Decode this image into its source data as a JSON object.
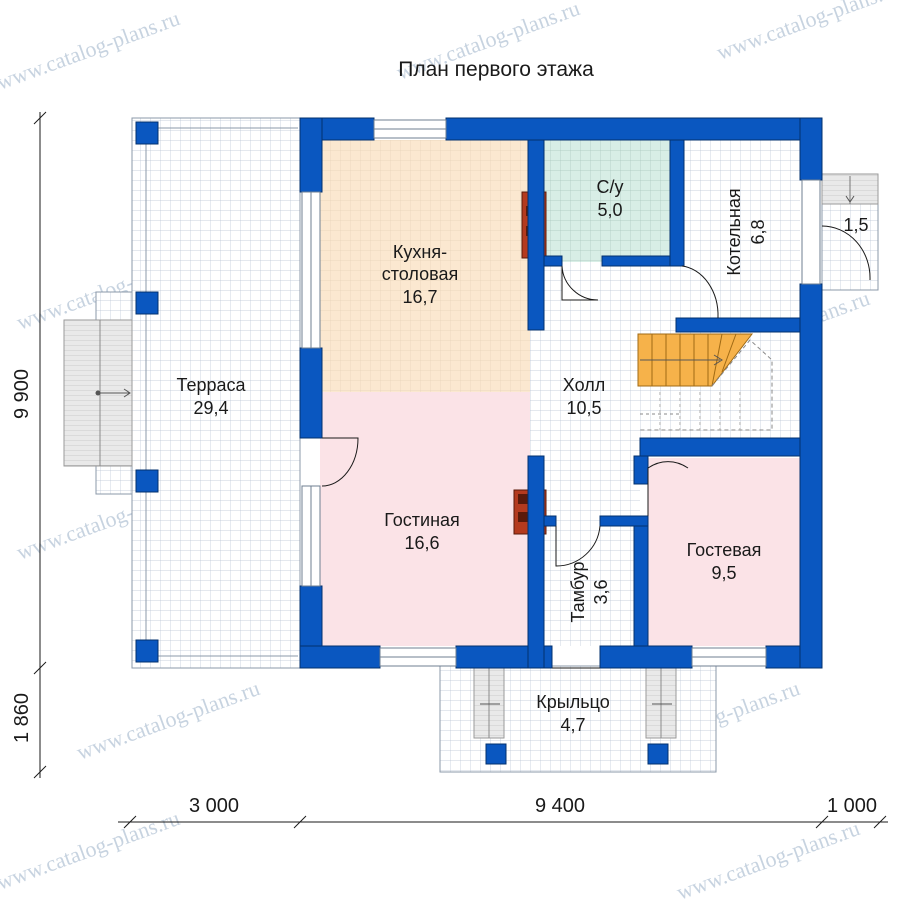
{
  "title": "План первого этажа",
  "watermark": "www.catalog-plans.ru",
  "colors": {
    "wall": "#0a57c0",
    "wall_stroke": "#03306e",
    "grid": "#b7c3d3",
    "kitchen": "#fbe8d0",
    "living": "#fbe3e7",
    "guest": "#fbe3e7",
    "bath": "#d8eee6",
    "stair": "#f6b24a",
    "stove": "#b43a1e"
  },
  "rooms": {
    "terrace": {
      "name": "Терраса",
      "area": "29,4"
    },
    "kitchen": {
      "name_line1": "Кухня-",
      "name_line2": "столовая",
      "area": "16,7"
    },
    "bathroom": {
      "name": "С/у",
      "area": "5,0"
    },
    "boiler": {
      "name": "Котельная",
      "area": "6,8"
    },
    "entry": {
      "area": "1,5"
    },
    "hall": {
      "name": "Холл",
      "area": "10,5"
    },
    "living": {
      "name": "Гостиная",
      "area": "16,6"
    },
    "vestibule": {
      "name": "Тамбур",
      "area": "3,6"
    },
    "guest": {
      "name": "Гостевая",
      "area": "9,5"
    },
    "porch": {
      "name": "Крыльцо",
      "area": "4,7"
    }
  },
  "dimensions": {
    "height_main": "9 900",
    "height_porch": "1 860",
    "width_left": "3 000",
    "width_main": "9 400",
    "width_right": "1 000"
  }
}
